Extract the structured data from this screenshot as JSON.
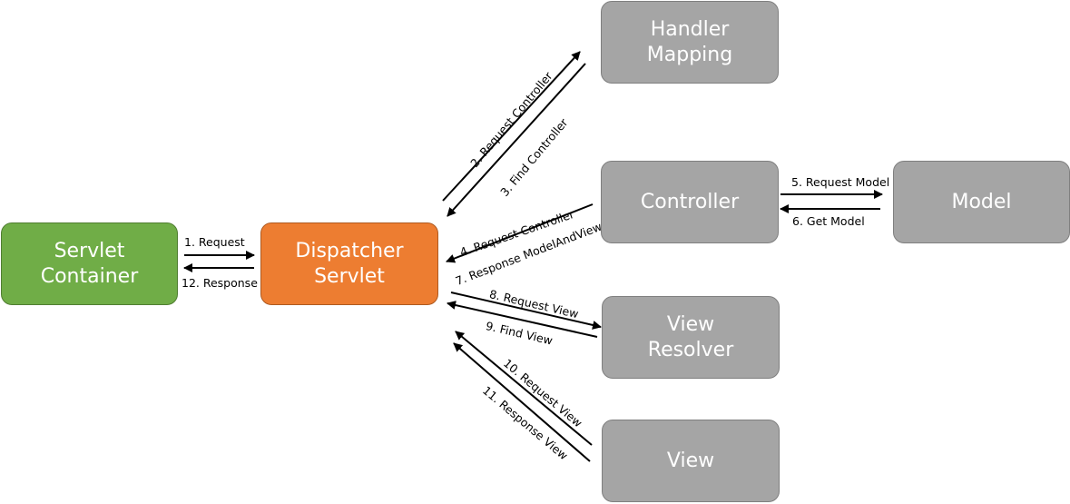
{
  "boxes": {
    "servlet_container": [
      "Servlet",
      "Container"
    ],
    "dispatcher_servlet": [
      "Dispatcher",
      "Servlet"
    ],
    "handler_mapping": [
      "Handler",
      "Mapping"
    ],
    "controller": [
      "Controller"
    ],
    "model": [
      "Model"
    ],
    "view_resolver": [
      "View",
      "Resolver"
    ],
    "view": [
      "View"
    ]
  },
  "steps": {
    "s1": "1. Request",
    "s2": "2. Request Controller",
    "s3": "3. Find Controller",
    "s4": "4. Request Controller",
    "s5": "5. Request Model",
    "s6": "6. Get Model",
    "s7": "7. Response ModelAndView",
    "s8": "8. Request View",
    "s9": "9. Find View",
    "s10": "10. Request View",
    "s11": "11. Response View",
    "s12": "12. Response"
  },
  "colors": {
    "servlet_container": "#70ad47",
    "dispatcher_servlet": "#ed7d31",
    "component": "#a5a5a5",
    "arrow": "#000000"
  }
}
